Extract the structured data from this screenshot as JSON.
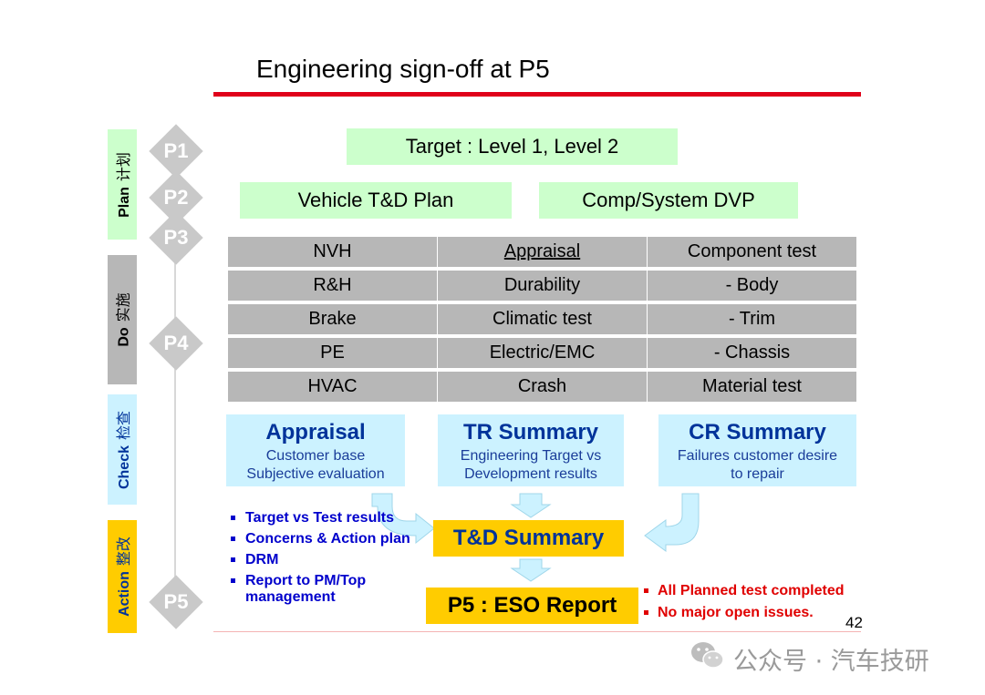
{
  "title": "Engineering sign-off at P5",
  "phases": [
    {
      "en": "Plan",
      "cn": "计划",
      "color": "#ccffcc",
      "text_color": "#000000"
    },
    {
      "en": "Do",
      "cn": "实施",
      "color": "#b7b7b7",
      "text_color": "#000000"
    },
    {
      "en": "Check",
      "cn": "检查",
      "color": "#ccf2ff",
      "text_color": "#00339a"
    },
    {
      "en": "Action",
      "cn": "整改",
      "color": "#ffcc00",
      "text_color": "#00339a"
    }
  ],
  "steps": [
    "P1",
    "P2",
    "P3",
    "P4",
    "P5"
  ],
  "target": "Target : Level 1, Level 2",
  "plans": [
    "Vehicle T&D Plan",
    "Comp/System DVP"
  ],
  "test_table": {
    "rows": [
      [
        "NVH",
        "Appraisal",
        "Component test"
      ],
      [
        "R&H",
        "Durability",
        "- Body"
      ],
      [
        "Brake",
        "Climatic test",
        "- Trim"
      ],
      [
        "PE",
        "Electric/EMC",
        "- Chassis"
      ],
      [
        "HVAC",
        "Crash",
        "Material test"
      ]
    ]
  },
  "summaries": [
    {
      "title": "Appraisal",
      "line1": "Customer base",
      "line2": "Subjective evaluation"
    },
    {
      "title": "TR Summary",
      "line1": "Engineering Target vs",
      "line2": "Development results"
    },
    {
      "title": "CR Summary",
      "line1": "Failures customer desire",
      "line2": "to repair"
    }
  ],
  "td_summary": "T&D Summary",
  "eso_report": "P5 : ESO Report",
  "action_items": [
    "Target vs Test results",
    "Concerns & Action plan",
    "DRM",
    "Report to PM/Top management"
  ],
  "criteria": [
    "All Planned test completed",
    "No major open issues."
  ],
  "page_number": "42",
  "watermark": "公众号 · 汽车技研",
  "colors": {
    "accent_red": "#e0001a",
    "blue": "#00339a",
    "green": "#ccffcc",
    "gray": "#b7b7b7",
    "yellow": "#ffcc00",
    "cyan": "#ccf2ff"
  }
}
